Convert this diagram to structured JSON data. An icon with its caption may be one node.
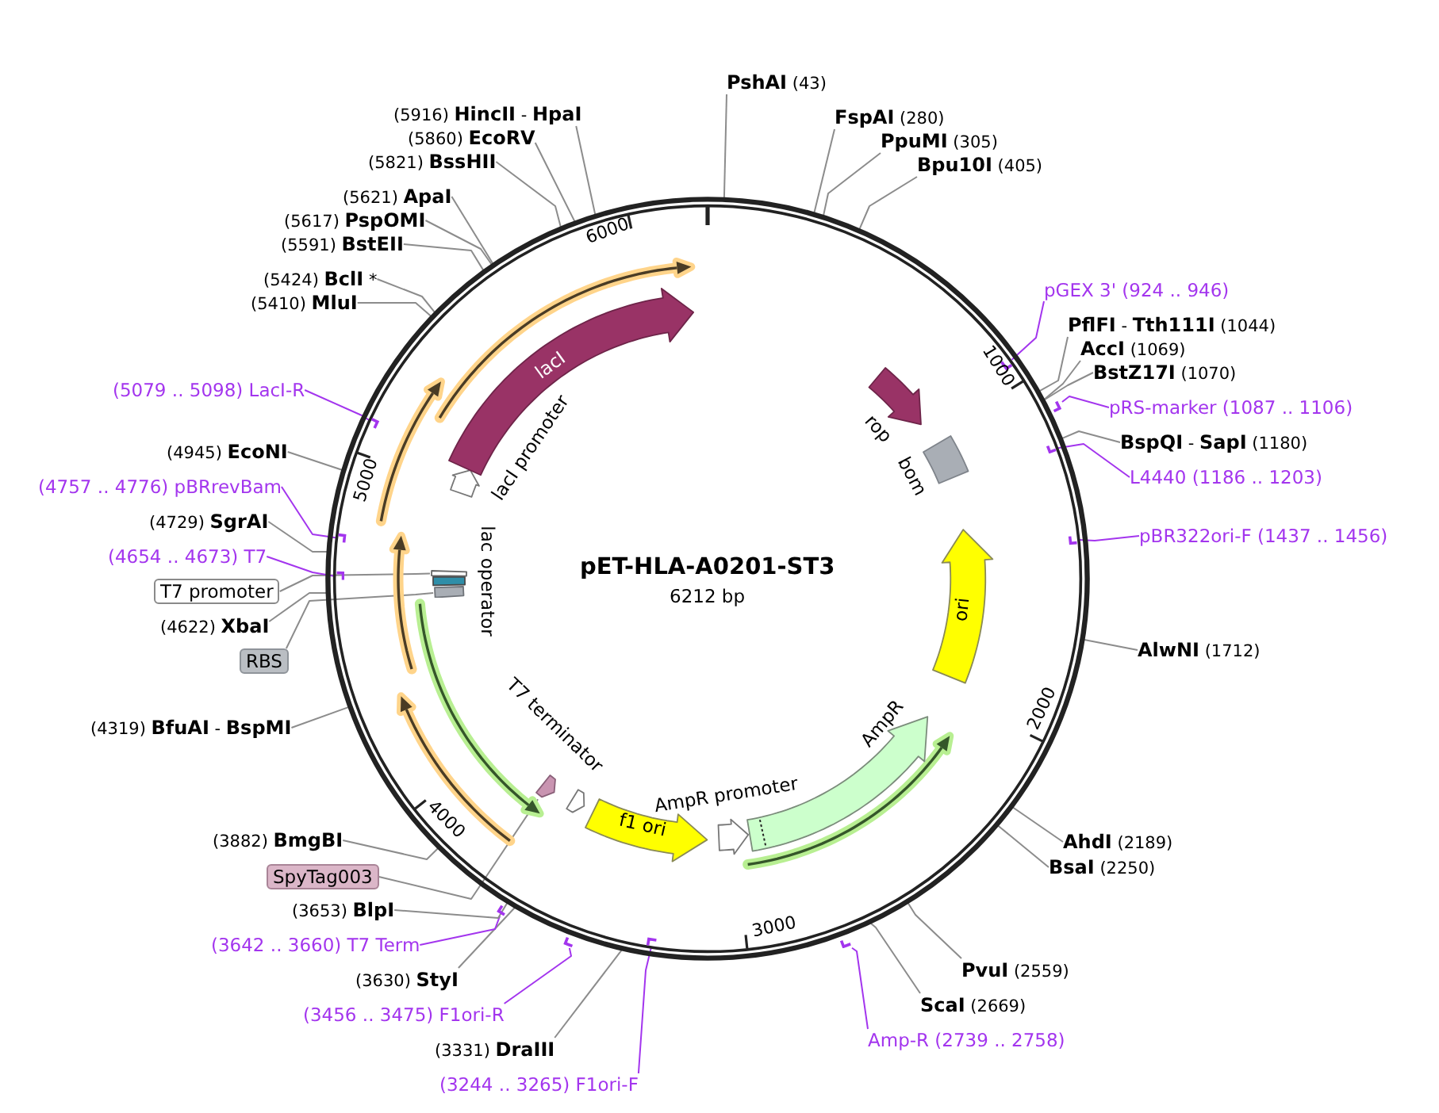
{
  "diagram": {
    "nodes": [
      {
        "text": [
          "pET-HLA-A0201-ST3",
          "6212 bp"
        ]
      },
      {
        "text": [
          "rop"
        ],
        "in": 0
      },
      {
        "text": [
          "bom"
        ],
        "in": 0
      },
      {
        "text": [
          "ori"
        ],
        "in": 0
      },
      {
        "text": [
          "AmpR"
        ],
        "in": 0
      },
      {
        "text": [
          "AmpR promoter"
        ],
        "in": 0
      },
      {
        "text": [
          "f1 ori"
        ],
        "in": 0
      },
      {
        "text": [
          "T7 terminator"
        ],
        "in": 0
      },
      {
        "text": [
          "lac operator"
        ],
        "in": 0
      },
      {
        "text": [
          "lacI promoter"
        ],
        "in": 0
      },
      {
        "text": [
          "lacI"
        ],
        "in": 0
      },
      {
        "text": [],
        "shape": "box",
        "in": 0
      },
      {
        "text": [],
        "shape": "box",
        "in": 0
      },
      {
        "text": [],
        "shape": "arrow",
        "in": 0
      },
      {
        "text": [
          "**PshAI** (43)"
        ]
      },
      {
        "text": [
          "**FspAI** (280)"
        ]
      },
      {
        "text": [
          "**PpuMI** (305)"
        ]
      },
      {
        "text": [
          "**Bpu10I** (405)"
        ]
      },
      {
        "text": [
          "pGEX 3' (924 .. 946)"
        ]
      },
      {
        "text": [
          "**PflFI** - **Tth111I** (1044)"
        ]
      },
      {
        "text": [
          "**AccI** (1069)"
        ]
      },
      {
        "text": [
          "**BstZ17I** (1070)"
        ]
      },
      {
        "text": [
          "pRS-marker (1087 .. 1106)"
        ]
      },
      {
        "text": [
          "**BspQI** - **SapI** (1180)"
        ]
      },
      {
        "text": [
          "L4440 (1186 .. 1203)"
        ]
      },
      {
        "text": [
          "pBR322ori-F (1437 .. 1456)"
        ]
      },
      {
        "text": [
          "**AlwNI** (1712)"
        ]
      },
      {
        "text": [
          "**AhdI** (2189)"
        ]
      },
      {
        "text": [
          "**BsaI** (2250)"
        ]
      },
      {
        "text": [
          "**PvuI** (2559)"
        ]
      },
      {
        "text": [
          "**ScaI** (2669)"
        ]
      },
      {
        "text": [
          "Amp-R (2739 .. 2758)"
        ]
      },
      {
        "text": [
          "(3244 .. 3265) F1ori-F"
        ]
      },
      {
        "text": [
          "(3331) **DraIII**"
        ]
      },
      {
        "text": [
          "(3456 .. 3475) F1ori-R"
        ]
      },
      {
        "text": [
          "(3630) **StyI**"
        ]
      },
      {
        "text": [
          "(3642 .. 3660) T7 Term"
        ]
      },
      {
        "text": [
          "(3653) **BlpI**"
        ]
      },
      {
        "text": [
          "SpyTag003"
        ]
      },
      {
        "text": [
          "(3882) **BmgBI**"
        ]
      },
      {
        "text": [
          "(4319) **BfuAI** - **BspMI**"
        ]
      },
      {
        "text": [
          "RBS"
        ]
      },
      {
        "text": [
          "(4622) **XbaI**"
        ]
      },
      {
        "text": [
          "T7 promoter"
        ]
      },
      {
        "text": [
          "(4654 .. 4673) T7"
        ]
      },
      {
        "text": [
          "(4729) **SgrAI**"
        ]
      },
      {
        "text": [
          "(4757 .. 4776) pBRrevBam"
        ]
      },
      {
        "text": [
          "(4945) **EcoNI**"
        ]
      },
      {
        "text": [
          "(5079 .. 5098) LacI-R"
        ]
      },
      {
        "text": [
          "(5410) **MluI**"
        ]
      },
      {
        "text": [
          "(5424) **BclI** *"
        ]
      },
      {
        "text": [
          "(5591) **BstEII**"
        ]
      },
      {
        "text": [
          "(5617) **PspOMI**"
        ]
      },
      {
        "text": [
          "(5621) **ApaI**"
        ]
      },
      {
        "text": [
          "(5821) **BssHII**"
        ]
      },
      {
        "text": [
          "(5860) **EcoRV**"
        ]
      },
      {
        "text": [
          "(5916) **HincII** - **HpaI**"
        ]
      },
      {
        "text": [],
        "shape": "bar",
        "in": 0
      },
      {
        "text": [],
        "shape": "bar"
      },
      {
        "text": [],
        "shape": "bar",
        "in": 0
      },
      {
        "text": [],
        "shape": "bar",
        "in": 0
      },
      {
        "text": [],
        "shape": "bar",
        "in": 0
      },
      {
        "text": [],
        "shape": "bar",
        "in": 0
      },
      {
        "text": [],
        "shape": "bar",
        "in": 0
      },
      {
        "text": [],
        "shape": "bar"
      },
      {
        "text": [],
        "shape": "bar"
      },
      {
        "text": [],
        "shape": "bar",
        "in": 0
      },
      {
        "text": [],
        "shape": "bar"
      }
    ],
    "edges": [
      {
        "from": 14,
        "to": 0,
        "arrow": "none"
      },
      {
        "from": 15,
        "to": 0,
        "arrow": "none"
      },
      {
        "from": 16,
        "to": 0,
        "arrow": "none"
      },
      {
        "from": 17,
        "to": 0,
        "arrow": "none"
      },
      {
        "from": 18,
        "to": 57,
        "arrow": "none",
        "color": "#a335ee"
      },
      {
        "from": 19,
        "to": 0,
        "arrow": "none"
      },
      {
        "from": 20,
        "to": 0,
        "arrow": "none"
      },
      {
        "from": 21,
        "to": 0,
        "arrow": "none"
      },
      {
        "from": 22,
        "to": 58,
        "arrow": "none",
        "color": "#a335ee"
      },
      {
        "from": 23,
        "to": 0,
        "arrow": "none"
      },
      {
        "from": 24,
        "to": 60,
        "arrow": "none",
        "color": "#a335ee"
      },
      {
        "from": 25,
        "to": 62,
        "arrow": "none",
        "color": "#a335ee"
      },
      {
        "from": 26,
        "to": 0,
        "arrow": "none"
      },
      {
        "from": 27,
        "to": 0,
        "arrow": "none"
      },
      {
        "from": 28,
        "to": 0,
        "arrow": "none"
      },
      {
        "from": 29,
        "to": 0,
        "arrow": "none"
      },
      {
        "from": 30,
        "to": 0,
        "arrow": "none"
      },
      {
        "from": 31,
        "to": 67,
        "arrow": "none",
        "color": "#a335ee"
      },
      {
        "from": 32,
        "to": 66,
        "arrow": "none",
        "color": "#a335ee"
      },
      {
        "from": 33,
        "to": 0,
        "arrow": "none"
      },
      {
        "from": 34,
        "to": 65,
        "arrow": "none",
        "color": "#a335ee"
      },
      {
        "from": 35,
        "to": 0,
        "arrow": "none"
      },
      {
        "from": 36,
        "to": 64,
        "arrow": "none",
        "color": "#a335ee"
      },
      {
        "from": 37,
        "to": 0,
        "arrow": "none"
      },
      {
        "from": 38,
        "to": 13,
        "arrow": "none"
      },
      {
        "from": 39,
        "to": 0,
        "arrow": "none"
      },
      {
        "from": 40,
        "to": 0,
        "arrow": "none"
      },
      {
        "from": 41,
        "to": 12,
        "arrow": "none"
      },
      {
        "from": 42,
        "to": 0,
        "arrow": "none"
      },
      {
        "from": 43,
        "to": 11,
        "arrow": "none"
      },
      {
        "from": 44,
        "to": 63,
        "arrow": "none",
        "color": "#a335ee"
      },
      {
        "from": 45,
        "to": 0,
        "arrow": "none"
      },
      {
        "from": 46,
        "to": 61,
        "arrow": "none",
        "color": "#a335ee"
      },
      {
        "from": 47,
        "to": 0,
        "arrow": "none"
      },
      {
        "from": 48,
        "to": 59,
        "arrow": "none",
        "color": "#a335ee"
      },
      {
        "from": 49,
        "to": 0,
        "arrow": "none"
      },
      {
        "from": 50,
        "to": 0,
        "arrow": "none"
      },
      {
        "from": 51,
        "to": 0,
        "arrow": "none"
      },
      {
        "from": 52,
        "to": 0,
        "arrow": "none"
      },
      {
        "from": 53,
        "to": 0,
        "arrow": "none"
      },
      {
        "from": 54,
        "to": 0,
        "arrow": "none"
      },
      {
        "from": 55,
        "to": 0,
        "arrow": "none"
      },
      {
        "from": 56,
        "to": 0,
        "arrow": "none"
      }
    ],
    "labels": [
      "6000",
      "1000",
      "5000",
      "2000",
      "4000",
      "3000"
    ]
  }
}
